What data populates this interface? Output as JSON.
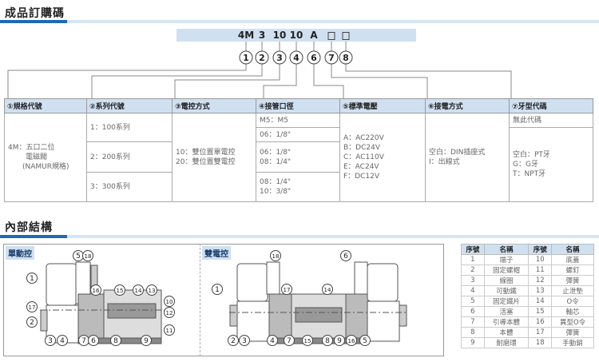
{
  "ordering": {
    "title": "成品訂購碼",
    "code_parts": [
      "4M",
      "3",
      "10",
      "10",
      "A"
    ],
    "circle_numbers": [
      "1",
      "2",
      "3",
      "4",
      "6",
      "7",
      "8"
    ],
    "headers": [
      "①規格代號",
      "②系列代號",
      "③電控方式",
      "④接管口徑",
      "⑤標準電壓",
      "⑥接電方式",
      "⑦牙型代碼"
    ],
    "spec": {
      "model": [
        "4M：五口二位",
        "電磁閥",
        "(NAMUR規格)"
      ],
      "series": [
        "1：100系列",
        "2：200系列",
        "3：300系列"
      ],
      "control": [
        "10：雙位置單電控",
        "20：雙位置雙電控"
      ],
      "port": [
        [
          "M5：M5"
        ],
        [
          "06：1/8\""
        ],
        [
          "06：1/8\"",
          "08：1/4\""
        ],
        [
          "08：1/4\"",
          "10：3/8\""
        ]
      ],
      "voltage": [
        "A：AC220V",
        "B：DC24V",
        "C：AC110V",
        "E：AC24V",
        "F：DC12V"
      ],
      "wiring": [
        "空白：DIN插座式",
        "I：出線式"
      ],
      "thread_none": "無此代碼",
      "thread": [
        "空白：PT牙",
        "G：G牙",
        "T：NPT牙"
      ]
    }
  },
  "structure": {
    "title": "內部結構",
    "single_label": "單動控",
    "double_label": "雙電控",
    "single_callouts": [
      "1",
      "5",
      "18",
      "16",
      "15",
      "14",
      "13",
      "10",
      "12",
      "11",
      "17",
      "2",
      "3",
      "4",
      "7",
      "6",
      "8",
      "9"
    ],
    "double_callouts": [
      "18",
      "6",
      "1",
      "17",
      "14",
      "2",
      "3",
      "4",
      "7",
      "15",
      "8",
      "9",
      "16",
      "5"
    ]
  },
  "parts_table": {
    "headers": [
      "序號",
      "名稱",
      "序號",
      "名稱"
    ],
    "rows": [
      [
        "1",
        "端子",
        "10",
        "底蓋"
      ],
      [
        "2",
        "固定螺帽",
        "11",
        "螺釘"
      ],
      [
        "3",
        "線圈",
        "12",
        "彈簧"
      ],
      [
        "4",
        "可動鐵",
        "13",
        "止泄墊"
      ],
      [
        "5",
        "固定鐵片",
        "14",
        "O令"
      ],
      [
        "6",
        "活塞",
        "15",
        "軸芯"
      ],
      [
        "7",
        "引導本體",
        "16",
        "異型O令"
      ],
      [
        "8",
        "本體",
        "17",
        "彈簧"
      ],
      [
        "9",
        "耐磨環",
        "18",
        "手動銷"
      ]
    ]
  }
}
